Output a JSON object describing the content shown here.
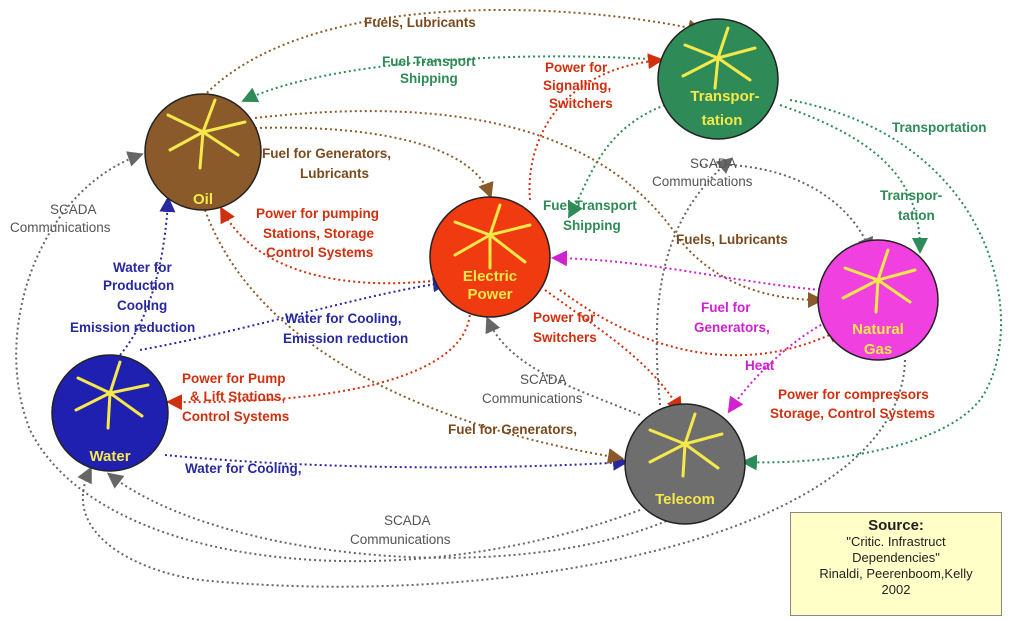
{
  "nodes": {
    "oil": {
      "label": "Oil",
      "color": "#8B5A2B"
    },
    "electric": {
      "label1": "Electric",
      "label2": "Power",
      "color": "#F03A10"
    },
    "transportation": {
      "label1": "Transpor-",
      "label2": "tation",
      "color": "#2E8B57"
    },
    "natural_gas": {
      "label1": "Natural",
      "label2": "Gas",
      "color": "#F040E0"
    },
    "water": {
      "label": "Water",
      "color": "#2020B0"
    },
    "telecom": {
      "label": "Telecom",
      "color": "#6E6E6E"
    }
  },
  "flows": {
    "fuels_lubricants_top": "Fuels, Lubricants",
    "fuel_transport_1": "Fuel Transport",
    "shipping_1": "Shipping",
    "power_signalling_1": "Power for",
    "power_signalling_2": "Signalling,",
    "power_signalling_3": "Switchers",
    "transportation_right": "Transportation",
    "scada_left_1": "SCADA",
    "scada_left_2": "Communications",
    "fuel_generators_1": "Fuel for Generators,",
    "fuel_generators_2": "Lubricants",
    "scada_center_1": "SCADA",
    "scada_center_2": "Communications",
    "transportation_gas_1": "Transpor-",
    "transportation_gas_2": "tation",
    "power_pumping_1": "Power for pumping",
    "power_pumping_2": "Stations, Storage",
    "power_pumping_3": "Control Systems",
    "fuel_transport_2": "Fuel Transport",
    "shipping_2": "Shipping",
    "fuels_lubricants_mid": "Fuels, Lubricants",
    "water_production_1": "Water for",
    "water_production_2": "Production",
    "water_production_3": "Cooling",
    "water_production_4": "Emission reduction",
    "water_cooling_emission_1": "Water for Cooling,",
    "water_cooling_emission_2": "Emission reduction",
    "power_switchers_1": "Power for",
    "power_switchers_2": "Switchers",
    "fuel_gen_heat_1": "Fuel for",
    "fuel_gen_heat_2": "Generators,",
    "fuel_gen_heat_3": "Heat",
    "power_pump_lift_1": "Power for Pump",
    "power_pump_lift_2": "& Lift Stations,",
    "power_pump_lift_3": "Control Systems",
    "scada_lower_1": "SCADA",
    "scada_lower_2": "Communications",
    "power_compressors_1": "Power for compressors",
    "power_compressors_2": "Storage, Control Systems",
    "fuel_generators_lower": "Fuel for Generators,",
    "water_cooling": "Water for Cooling,",
    "scada_bottom_1": "SCADA",
    "scada_bottom_2": "Communications"
  },
  "colors": {
    "brown_text": "#7A4A1E",
    "green_text": "#2E8B57",
    "red_text": "#D03010",
    "blue_text": "#2828A0",
    "magenta_text": "#D020D0",
    "gray_text": "#555555"
  },
  "source": {
    "title": "Source:",
    "line1": "\"Critic. Infrastruct",
    "line2": "Dependencies\"",
    "line3": "Rinaldi, Peerenboom,Kelly",
    "line4": "2002"
  }
}
